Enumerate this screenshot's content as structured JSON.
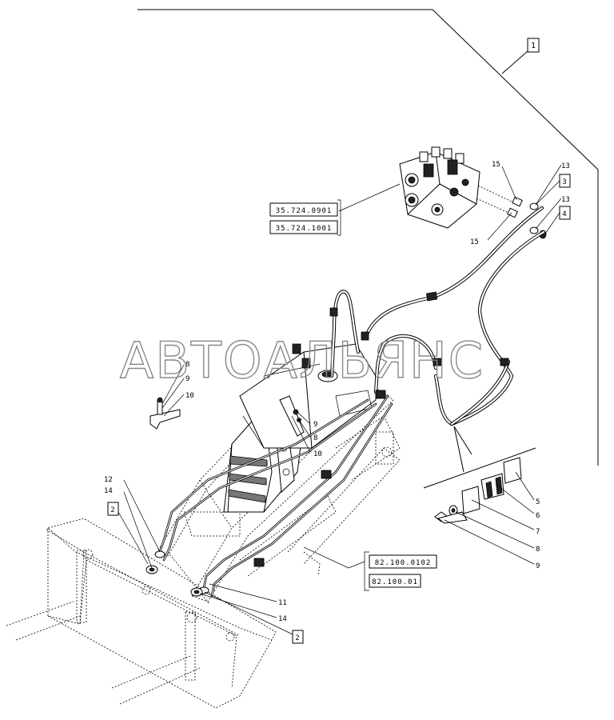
{
  "watermark": "АВТОАЛЬЯНС",
  "assembly_box": "1",
  "references": [
    {
      "code": "35.724.0901",
      "name": "ref-35-724-0901"
    },
    {
      "code": "35.724.1001",
      "name": "ref-35-724-1001"
    },
    {
      "code": "82.100.0102",
      "name": "ref-82-100-0102"
    },
    {
      "code": "82.100.01",
      "name": "ref-82-100-01"
    }
  ],
  "callouts": {
    "c15a": "15",
    "c15b": "15",
    "c13a": "13",
    "c13b": "13",
    "c3": "3",
    "c4": "4",
    "c8a": "8",
    "c9a": "9",
    "c10a": "10",
    "c9b": "9",
    "c8b": "8",
    "c10b": "10",
    "c12": "12",
    "c14a": "14",
    "c2a": "2",
    "c11": "11",
    "c14b": "14",
    "c2b": "2",
    "c5": "5",
    "c6": "6",
    "c7": "7",
    "c8c": "8",
    "c9c": "9"
  }
}
